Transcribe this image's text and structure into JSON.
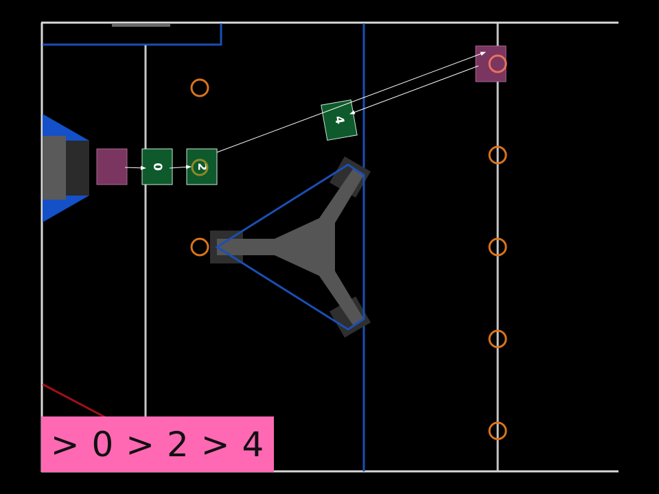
{
  "colors": {
    "background": "#000000",
    "field_line": "#d8d8d8",
    "zone_blue": "#1b4fb5",
    "target_ring": "#d9741c",
    "robot_gray": "#555555",
    "tile_green": "#0e5a2c",
    "tile_maroon": "#7a3560",
    "banner_pink": "#ff69b4",
    "red_line": "#a0101a"
  },
  "tiles": [
    {
      "id": "start",
      "label": ""
    },
    {
      "id": "tile-0",
      "label": "0"
    },
    {
      "id": "tile-2",
      "label": "2"
    },
    {
      "id": "tile-4",
      "label": "4"
    },
    {
      "id": "goal",
      "label": ""
    }
  ],
  "sequence": {
    "text": "> 0 > 2 > 4"
  },
  "icons": [
    "robot-icon",
    "arrow-icon",
    "ring-icon"
  ]
}
